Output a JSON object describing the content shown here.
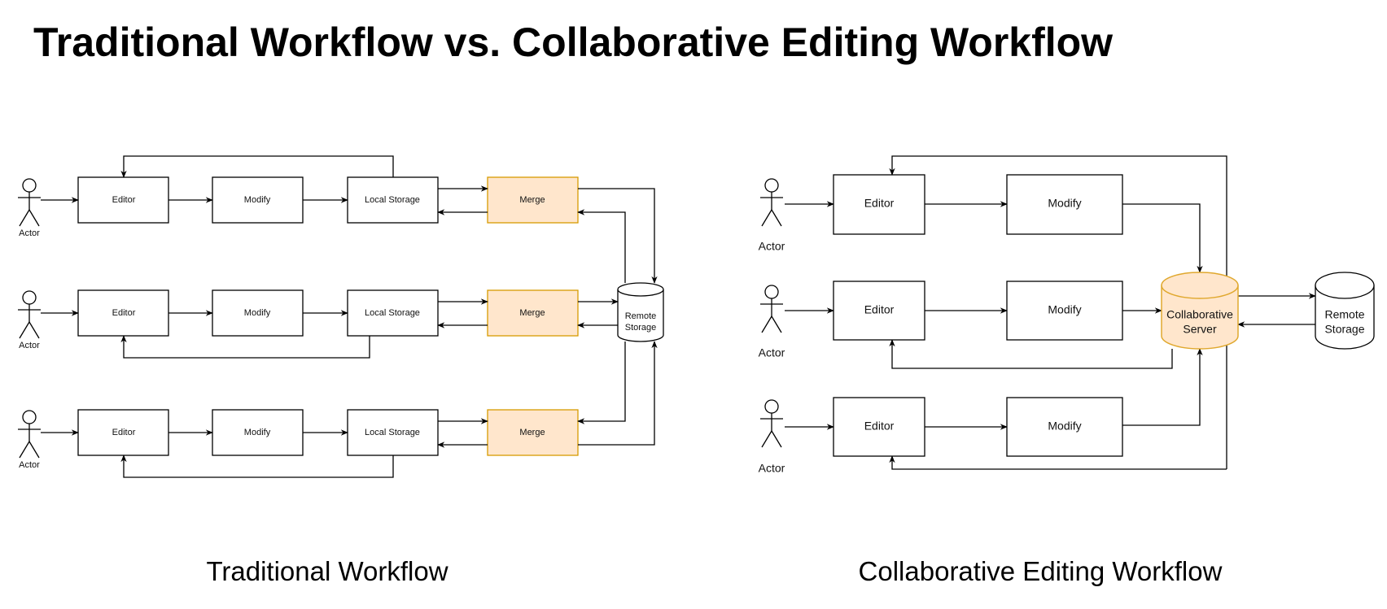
{
  "title": "Traditional Workflow vs. Collaborative Editing Workflow",
  "colors": {
    "merge_fill": "#ffe6cc",
    "merge_stroke": "#d79b00",
    "server_stroke": "#e0a82e"
  },
  "traditional": {
    "caption": "Traditional Workflow",
    "actor": "Actor",
    "editor": "Editor",
    "modify": "Modify",
    "local_storage": "Local Storage",
    "merge": "Merge",
    "remote_storage": [
      "Remote",
      "Storage"
    ]
  },
  "collaborative": {
    "caption": "Collaborative Editing Workflow",
    "actor": "Actor",
    "editor": "Editor",
    "modify": "Modify",
    "server": [
      "Collaborative",
      "Server"
    ],
    "remote_storage": [
      "Remote",
      "Storage"
    ]
  }
}
